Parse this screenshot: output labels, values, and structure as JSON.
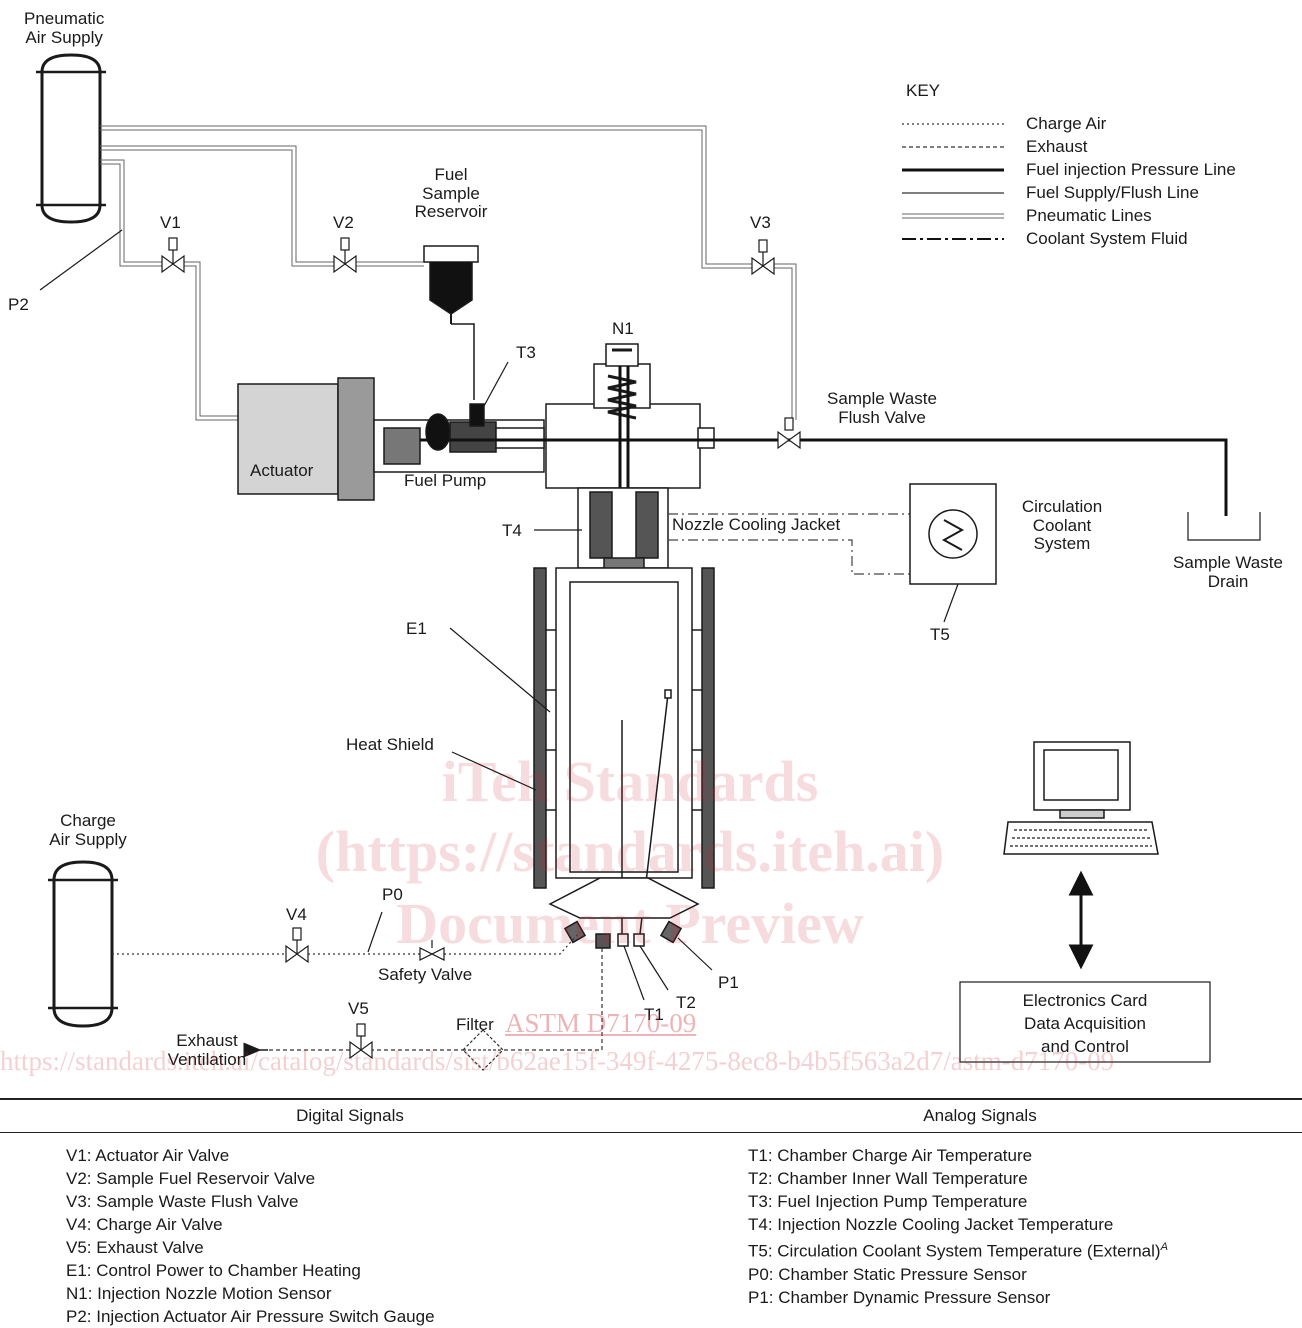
{
  "labels": {
    "pneumatic_air_supply": "Pneumatic\nAir Supply",
    "v1": "V1",
    "v2": "V2",
    "v3": "V3",
    "v4": "V4",
    "v5": "V5",
    "p2": "P2",
    "p0": "P0",
    "p1": "P1",
    "t1": "T1",
    "t2": "T2",
    "t3": "T3",
    "t4": "T4",
    "t5": "T5",
    "n1": "N1",
    "e1": "E1",
    "fuel_sample_reservoir": "Fuel\nSample\nReservoir",
    "actuator": "Actuator",
    "fuel_pump": "Fuel Pump",
    "sample_waste_flush_valve": "Sample Waste\nFlush Valve",
    "nozzle_cooling_jacket": "Nozzle Cooling Jacket",
    "circulation_coolant_system": "Circulation\nCoolant\nSystem",
    "sample_waste_drain": "Sample Waste\nDrain",
    "heat_shield": "Heat Shield",
    "charge_air_supply": "Charge\nAir Supply",
    "safety_valve": "Safety Valve",
    "filter": "Filter",
    "exhaust_ventilation": "Exhaust\nVentilation",
    "electronics_card": "Electronics Card\nData Acquisition\nand Control"
  },
  "key": {
    "title": "KEY",
    "items": [
      {
        "label": "Charge Air",
        "style": "dotted"
      },
      {
        "label": "Exhaust",
        "style": "dashed"
      },
      {
        "label": "Fuel injection Pressure Line",
        "style": "thick"
      },
      {
        "label": "Fuel Supply/Flush Line",
        "style": "solid"
      },
      {
        "label": "Pneumatic Lines",
        "style": "double"
      },
      {
        "label": "Coolant System Fluid",
        "style": "dashdot"
      }
    ]
  },
  "watermark": {
    "line1": "iTeh Standards",
    "line2": "(https://standards.iteh.ai)",
    "line3": "Document Preview",
    "astm": "ASTM D7170-09",
    "url": "https://standards.iteh.ai/catalog/standards/sist/b62ae15f-349f-4275-8ec8-b4b5f563a2d7/astm-d7170-09",
    "color": "#c82832"
  },
  "table": {
    "digital_header": "Digital Signals",
    "analog_header": "Analog Signals",
    "digital": [
      "V1: Actuator Air Valve",
      "V2: Sample Fuel Reservoir Valve",
      "V3: Sample Waste Flush Valve",
      "V4: Charge Air Valve",
      "V5: Exhaust Valve",
      "E1: Control Power to Chamber Heating",
      "N1: Injection Nozzle Motion Sensor",
      "P2: Injection Actuator Air Pressure Switch Gauge"
    ],
    "analog": [
      "T1: Chamber Charge Air Temperature",
      "T2: Chamber Inner Wall Temperature",
      "T3: Fuel Injection Pump Temperature",
      "T4: Injection Nozzle Cooling Jacket Temperature",
      "T5: Circulation Coolant System Temperature (External)",
      "P0: Chamber Static Pressure Sensor",
      "P1: Chamber Dynamic Pressure Sensor"
    ],
    "t5_footnote": "A"
  }
}
